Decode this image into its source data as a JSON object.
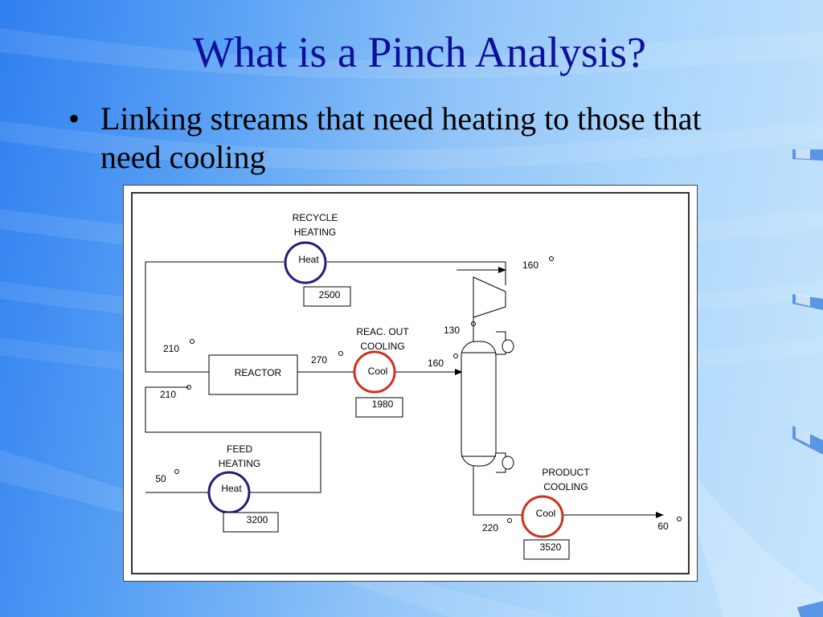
{
  "slide": {
    "title": "What is a Pinch Analysis?",
    "bullet_symbol": "•",
    "bullet": "Linking streams that need heating to those that need cooling"
  },
  "diagram": {
    "units": {
      "recycle": {
        "label_line1": "RECYCLE",
        "label_line2": "HEATING",
        "symbol": "Heat",
        "duty": "2500"
      },
      "reac_out": {
        "label_line1": "REAC. OUT",
        "label_line2": "COOLING",
        "symbol": "Cool",
        "duty": "1980"
      },
      "feed": {
        "label_line1": "FEED",
        "label_line2": "HEATING",
        "symbol": "Heat",
        "duty": "3200"
      },
      "product": {
        "label_line1": "PRODUCT",
        "label_line2": "COOLING",
        "symbol": "Cool",
        "duty": "3520"
      }
    },
    "reactor_label": "REACTOR",
    "temperatures": {
      "recycle_out": "160",
      "compressor_out": "130",
      "reactor_in_recycle": "210",
      "reactor_in_feed": "210",
      "reactor_out": "270",
      "column_in": "160",
      "feed_in": "50",
      "bottoms_out": "220",
      "product_out": "60"
    },
    "colors": {
      "heater_ring": "#2a1a7a",
      "cooler_ring": "#d0301c",
      "line": "#000000"
    }
  }
}
